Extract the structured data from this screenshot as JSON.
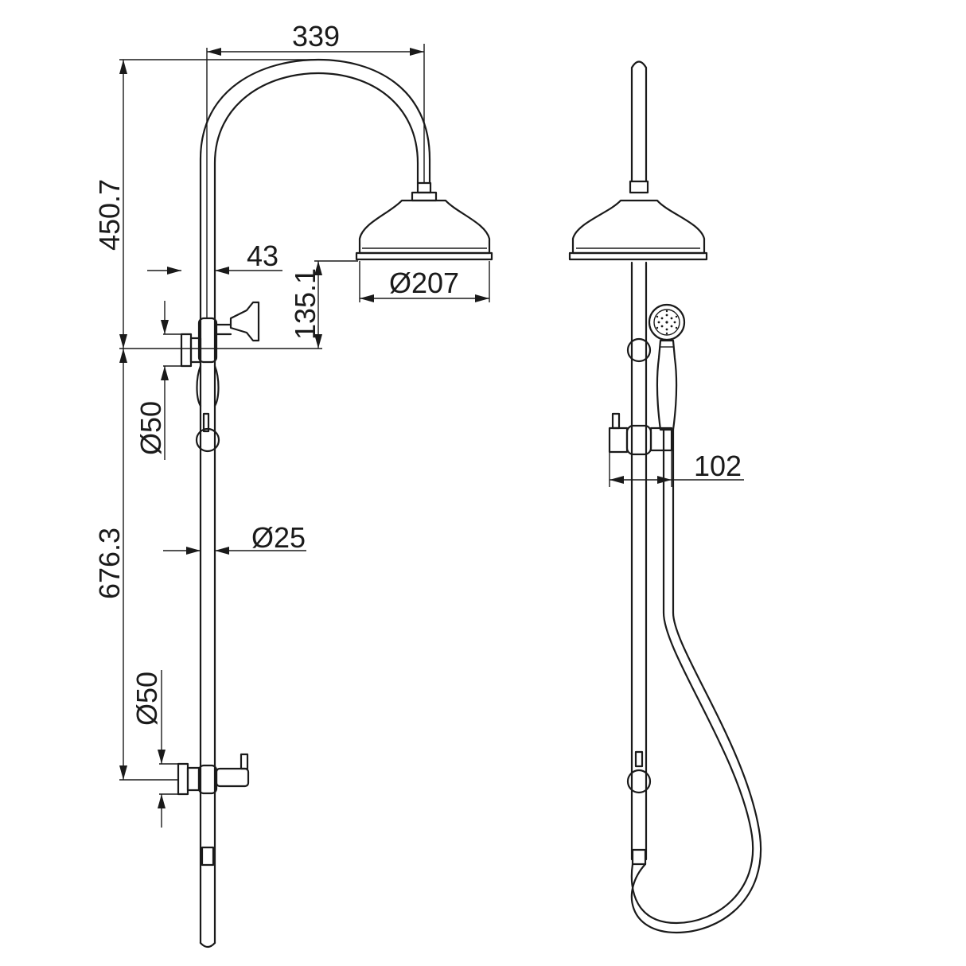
{
  "drawing": {
    "subject": "Shower rail set with overhead rose and hand shower",
    "views": [
      "front-view",
      "side-view"
    ],
    "units": "mm",
    "line_color": "#1a1a1a",
    "background": "#ffffff"
  },
  "dimensions": {
    "arm_reach": "339",
    "arm_height": "450.7",
    "wall_offset": "43",
    "head_drop": "135.1",
    "head_diameter": "Ø207",
    "upper_bracket_diameter": "Ø50",
    "rail_diameter": "Ø25",
    "bracket_spacing": "676.3",
    "lower_bracket_diameter": "Ø50",
    "hand_shower_projection": "102"
  }
}
